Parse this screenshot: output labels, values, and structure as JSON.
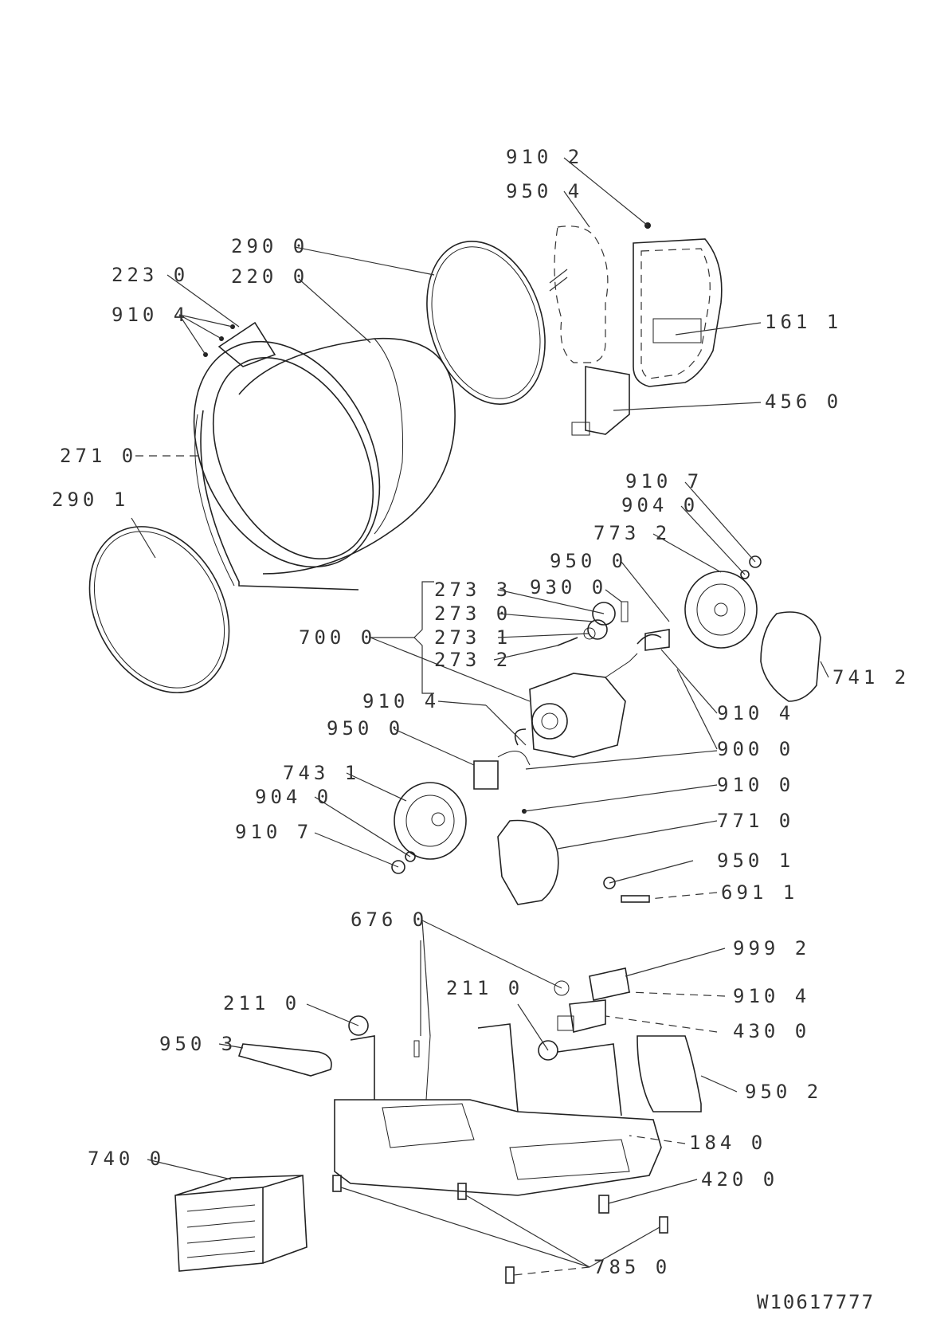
{
  "labels": {
    "l_910_2_top": "910 2",
    "l_950_4": "950 4",
    "l_290_0": "290 0",
    "l_223_0": "223 0",
    "l_220_0": "220 0",
    "l_910_4_left": "910 4",
    "l_161_1": "161 1",
    "l_456_0": "456 0",
    "l_271_0": "271 0",
    "l_290_1": "290 1",
    "l_910_7_top": "910 7",
    "l_904_0_top": "904 0",
    "l_773_2": "773 2",
    "l_950_0_mid": "950 0",
    "l_273_3": "273 3",
    "l_930_0": "930 0",
    "l_273_0": "273 0",
    "l_273_1": "273 1",
    "l_273_2": "273 2",
    "l_700_0": "700 0",
    "l_741_2": "741 2",
    "l_910_4_mid": "910 4",
    "l_910_4_right": "910 4",
    "l_950_0_low": "950 0",
    "l_900_0": "900 0",
    "l_743_1": "743 1",
    "l_910_0": "910 0",
    "l_904_0_low": "904 0",
    "l_771_0": "771 0",
    "l_910_7_low": "910 7",
    "l_950_1": "950 1",
    "l_691_1": "691 1",
    "l_676_0": "676 0",
    "l_999_2": "999 2",
    "l_211_0_left": "211 0",
    "l_211_0_mid": "211 0",
    "l_910_4_low": "910 4",
    "l_950_3": "950 3",
    "l_430_0": "430 0",
    "l_950_2": "950 2",
    "l_740_0": "740 0",
    "l_184_0": "184 0",
    "l_420_0": "420 0",
    "l_785_0": "785 0"
  },
  "drawing_ref": "W10617777"
}
